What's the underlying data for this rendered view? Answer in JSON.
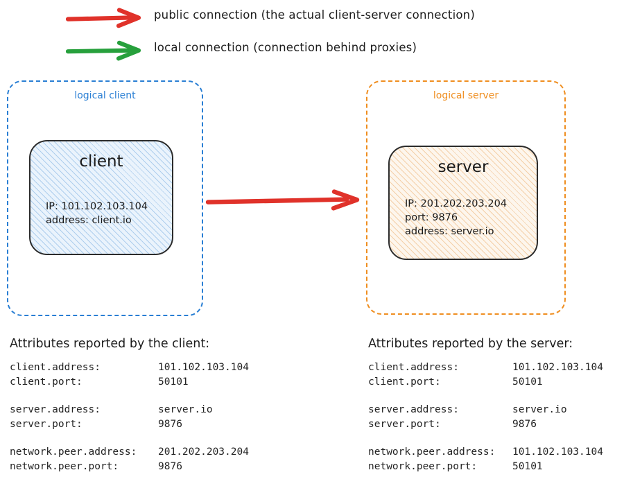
{
  "colors": {
    "public_arrow": "#e0322a",
    "local_arrow": "#27a03c",
    "logical_client_border": "#2a7fd4",
    "logical_server_border": "#ef8e20",
    "node_outline": "#2b2b2b",
    "client_fill": "#eaf3fc",
    "server_fill": "#fdf6ed",
    "text": "#1a1a1a"
  },
  "legend": {
    "items": [
      {
        "icon": "red-right-arrow-icon",
        "color": "#e0322a",
        "label": "public connection (the actual client-server connection)"
      },
      {
        "icon": "green-right-arrow-icon",
        "color": "#27a03c",
        "label": "local connection (connection behind proxies)"
      }
    ]
  },
  "diagram": {
    "client_container": {
      "label": "logical client",
      "node": {
        "title": "client",
        "details": [
          "IP: 101.102.103.104",
          "address: client.io"
        ]
      }
    },
    "server_container": {
      "label": "logical server",
      "node": {
        "title": "server",
        "details": [
          "IP: 201.202.203.204",
          "port: 9876",
          "address: server.io"
        ]
      }
    },
    "connection_arrow": {
      "icon": "red-right-arrow-icon",
      "color": "#e0322a",
      "from": "logical client",
      "to": "logical server"
    }
  },
  "attributes": {
    "client_panel": {
      "heading": "Attributes reported by the client:",
      "groups": [
        {
          "rows": [
            {
              "key": "client.address:",
              "value": "101.102.103.104"
            },
            {
              "key": "client.port:",
              "value": "50101"
            }
          ]
        },
        {
          "rows": [
            {
              "key": "server.address:",
              "value": "server.io"
            },
            {
              "key": "server.port:",
              "value": "9876"
            }
          ]
        },
        {
          "rows": [
            {
              "key": "network.peer.address:",
              "value": "201.202.203.204"
            },
            {
              "key": "network.peer.port:",
              "value": "9876"
            }
          ]
        }
      ]
    },
    "server_panel": {
      "heading": "Attributes reported by the server:",
      "groups": [
        {
          "rows": [
            {
              "key": "client.address:",
              "value": "101.102.103.104"
            },
            {
              "key": "client.port:",
              "value": "50101"
            }
          ]
        },
        {
          "rows": [
            {
              "key": "server.address:",
              "value": "server.io"
            },
            {
              "key": "server.port:",
              "value": "9876"
            }
          ]
        },
        {
          "rows": [
            {
              "key": "network.peer.address:",
              "value": "101.102.103.104"
            },
            {
              "key": "network.peer.port:",
              "value": "50101"
            }
          ]
        }
      ]
    }
  }
}
